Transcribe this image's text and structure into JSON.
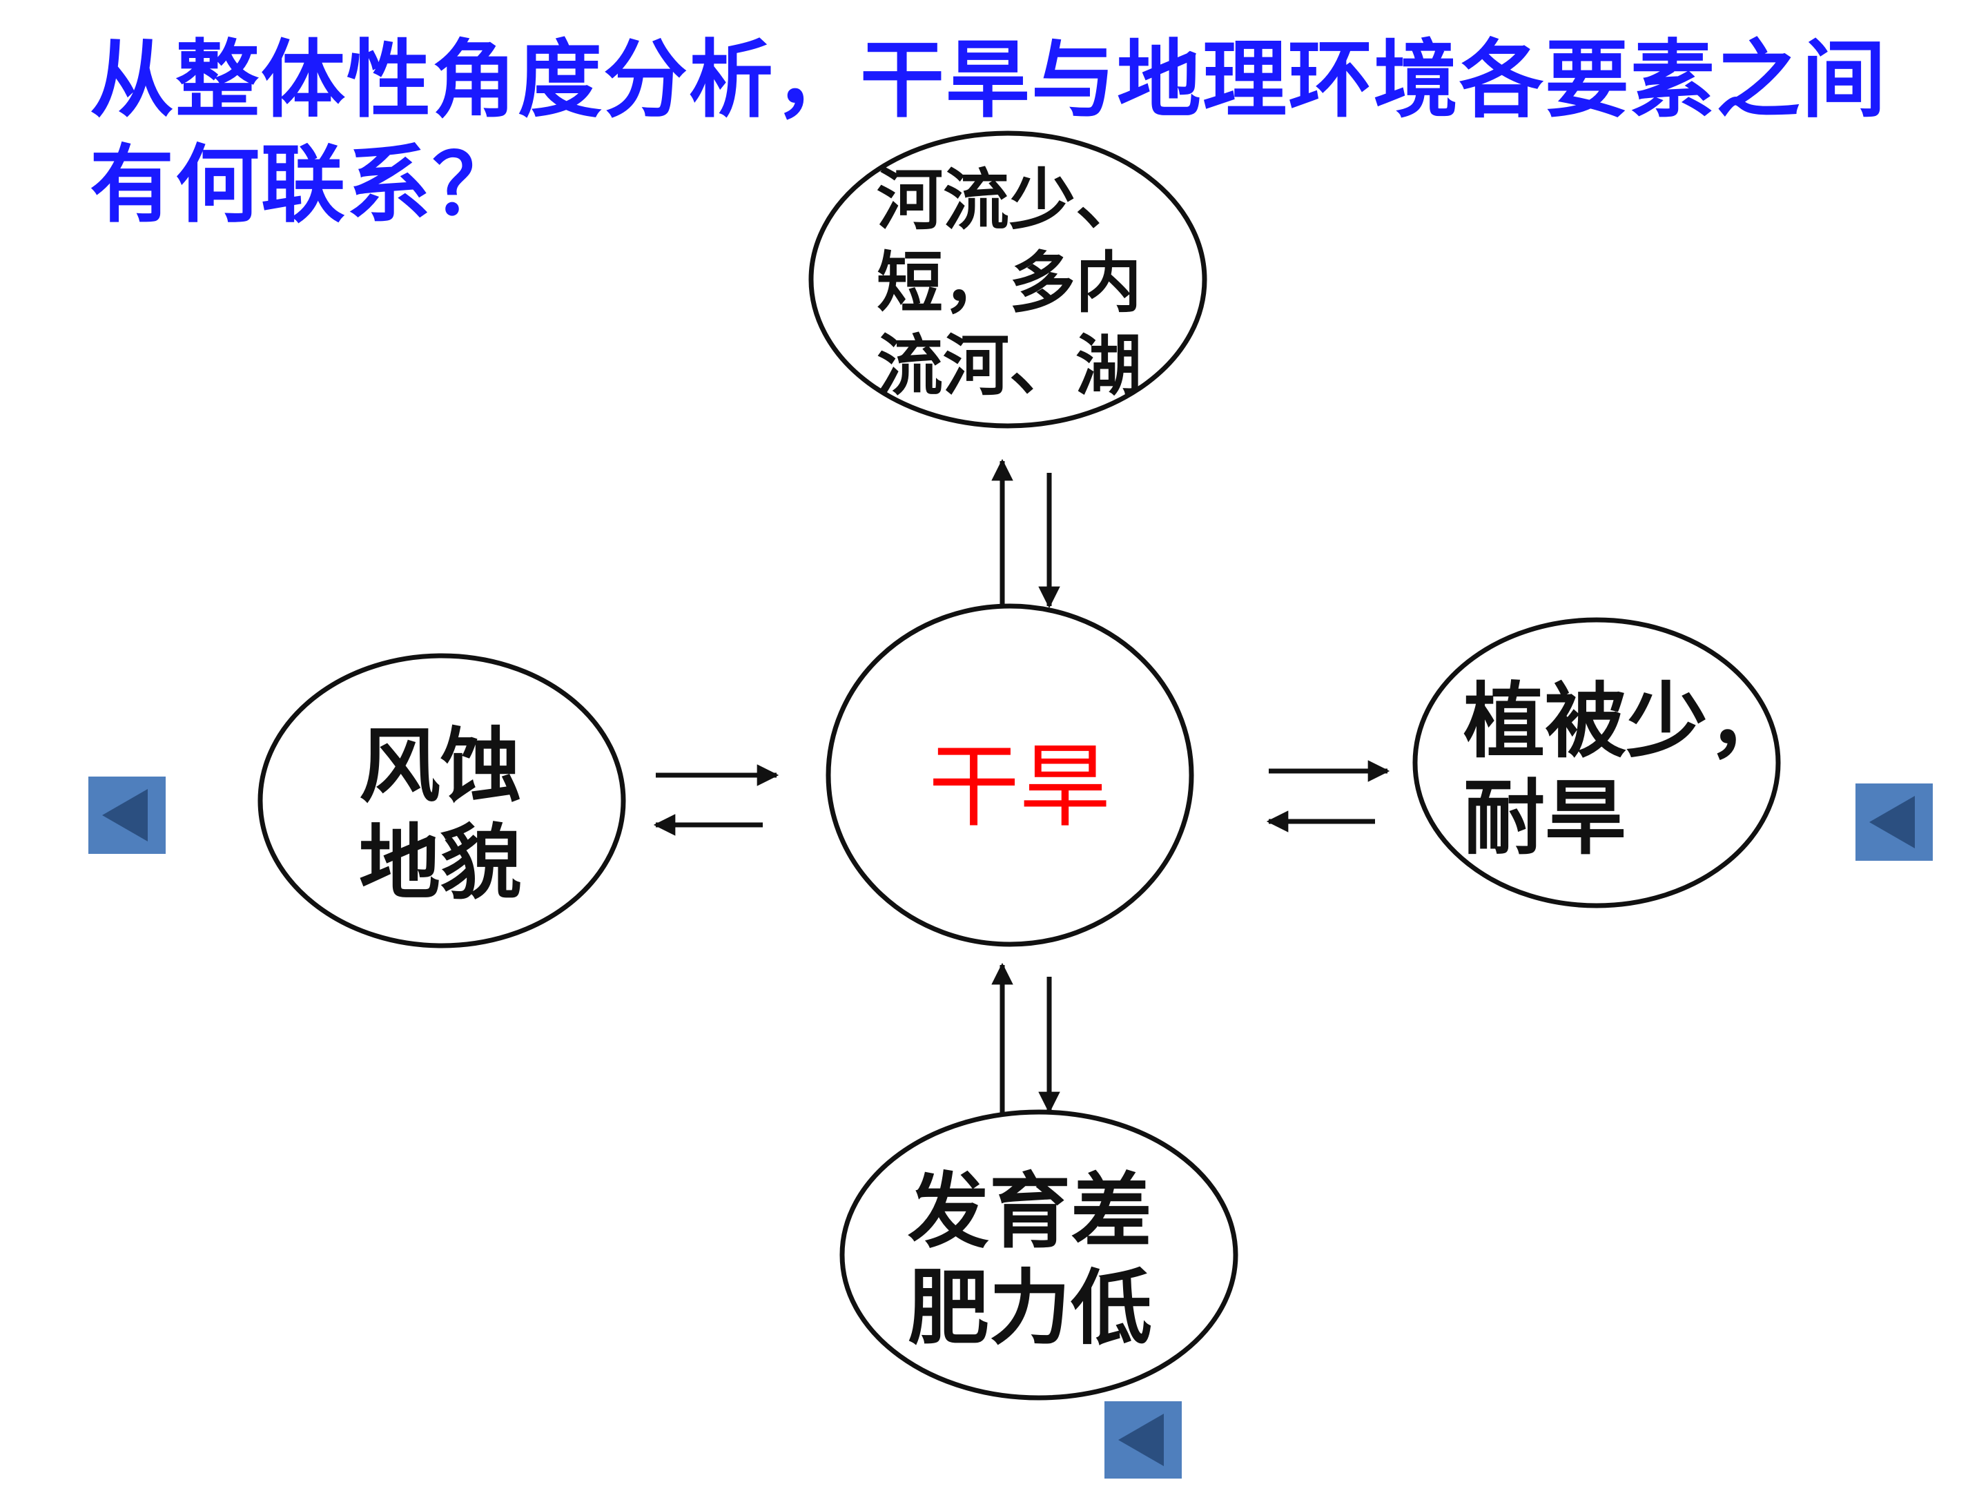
{
  "title": {
    "line1": "从整体性角度分析，干旱与地理环境各要素之间",
    "line2": "有何联系？"
  },
  "nodes": {
    "center": {
      "line1": "干旱"
    },
    "top": {
      "line1": "河流少、",
      "line2": "短，多内",
      "line3": "流河、湖"
    },
    "left": {
      "line1": "风蚀",
      "line2": "地貌"
    },
    "right": {
      "line1": "植被少，",
      "line2": "耐旱"
    },
    "bottom": {
      "line1": "发育差",
      "line2": "肥力低"
    }
  },
  "colors": {
    "title": "#1a1aff",
    "center_text": "#ff0000",
    "node_text": "#111111",
    "nav_button": "#4f7fbd",
    "nav_arrow": "#2b4f80"
  },
  "icons": [
    "back-arrow-icon",
    "back-arrow-icon",
    "back-arrow-icon"
  ]
}
